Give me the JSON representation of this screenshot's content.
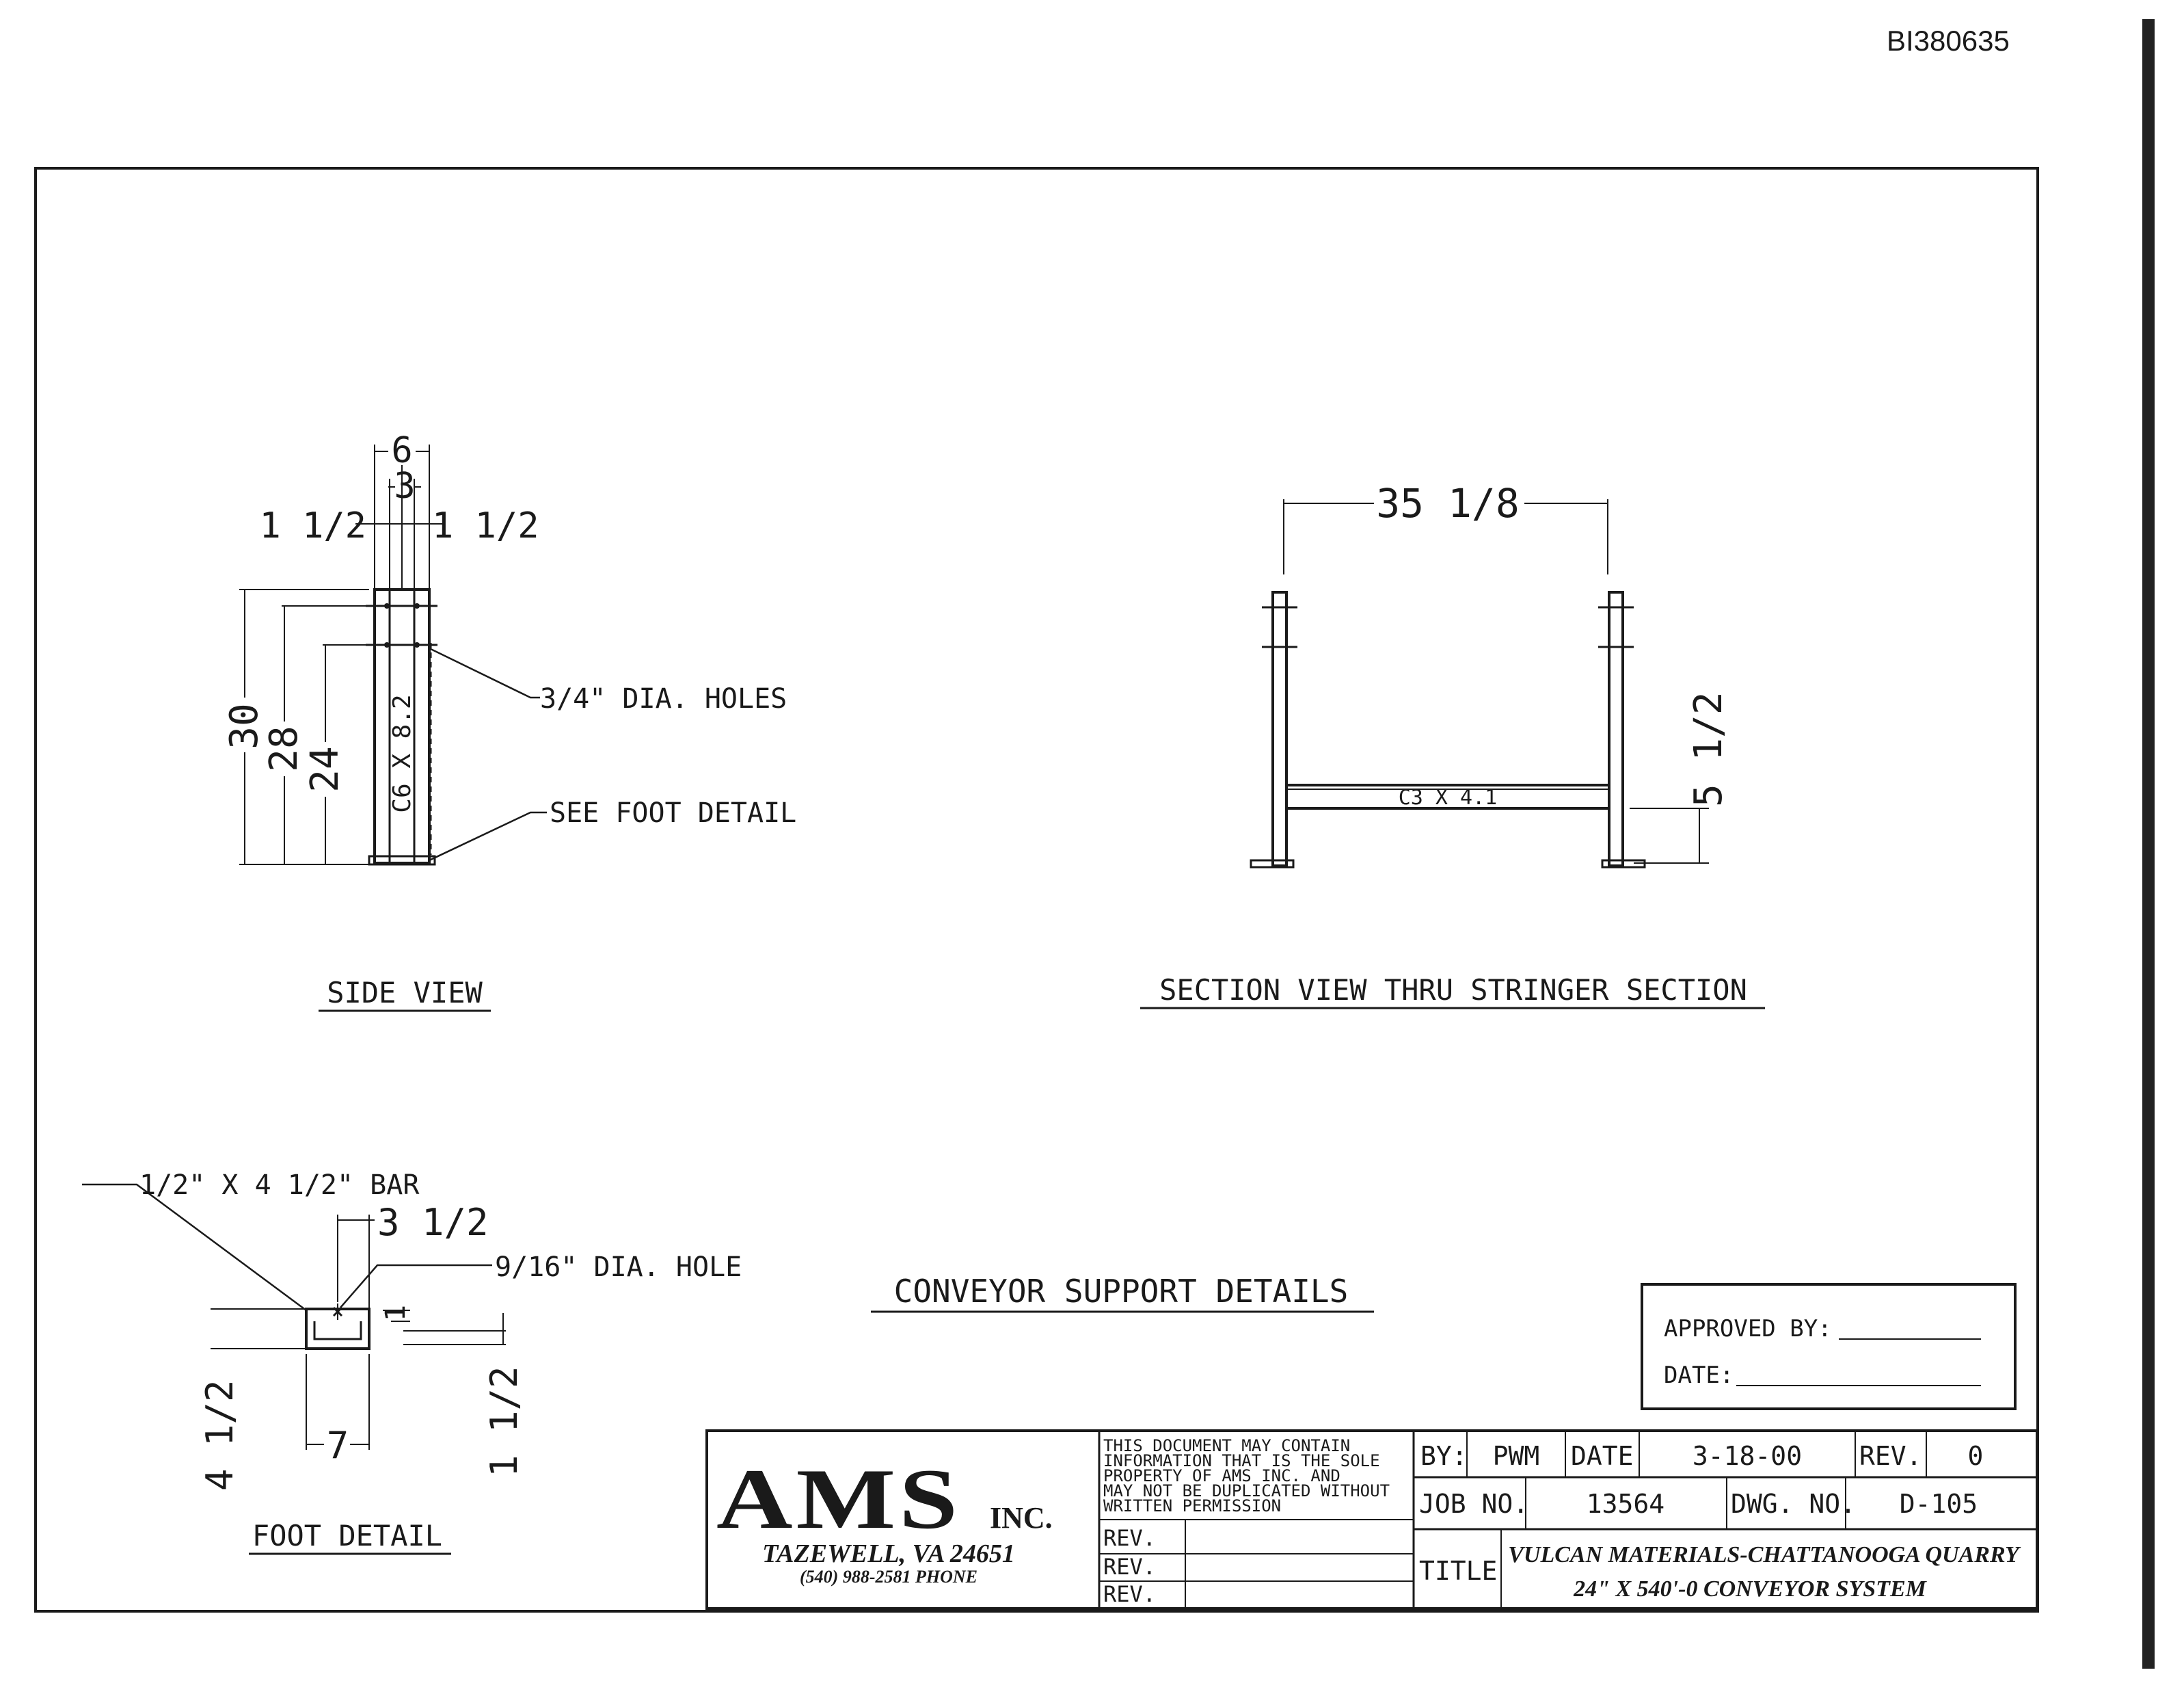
{
  "doc_id": "BI380635",
  "side_view": {
    "title": "SIDE VIEW",
    "dims": {
      "overall_width": "6",
      "center_width": "3",
      "left_edge": "1 1/2",
      "right_edge": "1 1/2",
      "h30": "30",
      "h28": "28",
      "h24": "24"
    },
    "member": "C6 X 8.2",
    "holes_note": "3/4\" DIA. HOLES",
    "foot_note": "SEE FOOT DETAIL"
  },
  "section_view": {
    "title": "SECTION VIEW THRU STRINGER SECTION",
    "width_dim": "35 1/8",
    "member": "C3 X 4.1",
    "height_dim": "5 1/2"
  },
  "foot_detail": {
    "title": "FOOT DETAIL",
    "bar_note": "1/2\" X 4 1/2\" BAR",
    "dim_top": "3 1/2",
    "hole_note": "9/16\" DIA. HOLE",
    "dim_small": "1",
    "dim_left": "4 1/2",
    "dim_bottom": "7",
    "dim_right": "1 1/2"
  },
  "main_title": "CONVEYOR SUPPORT DETAILS",
  "approval": {
    "approved_by_label": "APPROVED BY:",
    "date_label": "DATE:"
  },
  "title_block": {
    "company_logo": "AMS",
    "company_suffix": "INC.",
    "address": "TAZEWELL, VA 24651",
    "phone": "(540) 988-2581 PHONE",
    "notice": [
      "THIS DOCUMENT MAY CONTAIN",
      "INFORMATION THAT IS THE SOLE",
      "PROPERTY OF AMS INC. AND",
      "MAY NOT BE DUPLICATED WITHOUT",
      "WRITTEN PERMISSION"
    ],
    "rev_labels": [
      "REV.",
      "REV.",
      "REV."
    ],
    "by_label": "BY:",
    "by": "PWM",
    "date_label": "DATE",
    "date": "3-18-00",
    "rev_label": "REV.",
    "rev": "0",
    "job_label": "JOB NO.",
    "job_no": "13564",
    "dwg_label": "DWG. NO.",
    "dwg_no": "D-105",
    "title_label": "TITLE",
    "title_line1": "VULCAN MATERIALS-CHATTANOOGA QUARRY",
    "title_line2": "24\" X 540'-0 CONVEYOR SYSTEM"
  }
}
